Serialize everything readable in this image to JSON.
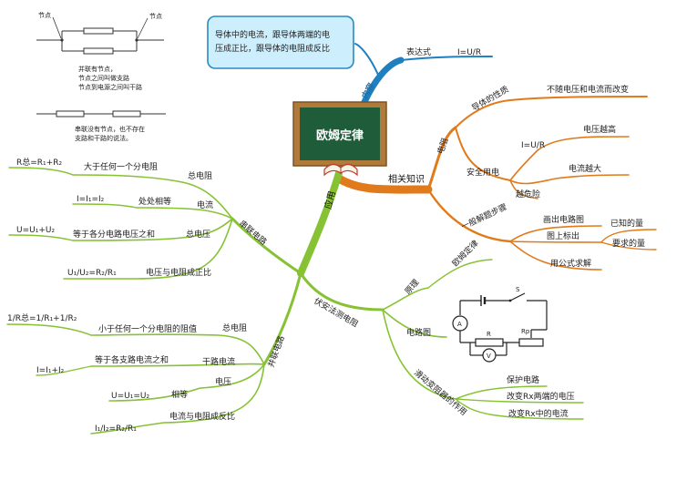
{
  "title": "欧姆定律",
  "content_box": "导体中的电流，跟导体两端的电压成正比，跟导体的电阻成反比",
  "content_box_lines": [
    "导体中的电流，跟导体两端的电",
    "压成正比，跟导体的电阻成反比"
  ],
  "branches": {
    "content": {
      "label": "内容",
      "expression_label": "表达式",
      "expression": "I=U/R"
    },
    "related": {
      "label": "相关知识",
      "resistance": {
        "label": "电阻",
        "property_label": "导体的性质",
        "property_value": "不随电压和电流而改变"
      },
      "safety": {
        "label": "安全用电",
        "formula": "I=U/R",
        "voltage_higher": "电压越高",
        "current_larger": "电流越大",
        "more_danger": "越危险"
      },
      "solving": {
        "label": "一般解题步骤",
        "draw": "画出电路图",
        "mark": "图上标出",
        "known": "已知的量",
        "wanted": "要求的量",
        "solve": "用公式求解"
      }
    },
    "application": {
      "label": "应用"
    },
    "series": {
      "label": "串联电路",
      "total_r_label": "总电阻",
      "total_r_desc": "大于任何一个分电阻",
      "total_r_formula": "R总=R₁+R₂",
      "current_label": "电流",
      "current_desc": "处处相等",
      "current_formula": "I=I₁=I₂",
      "voltage_label": "总电压",
      "voltage_desc": "等于各分电路电压之和",
      "voltage_formula": "U=U₁+U₂",
      "ratio_desc": "电压与电阻成正比",
      "ratio_formula": "U₁/U₂=R₂/R₁"
    },
    "parallel": {
      "label": "并联电路",
      "total_r_label": "总电阻",
      "total_r_desc": "小于任何一个分电阻的阻值",
      "total_r_formula": "1/R总=1/R₁+1/R₂",
      "trunk_label": "干路电流",
      "trunk_desc": "等于各支路电流之和",
      "trunk_formula": "I=I₁+I₂",
      "voltage_label": "电压",
      "voltage_desc": "相等",
      "voltage_formula": "U=U₁=U₂",
      "ratio_desc": "电流与电阻成反比",
      "ratio_formula": "I₁/I₂=R₂/R₁"
    },
    "voltammetry": {
      "label": "伏安法测电阻",
      "principle_label": "原理",
      "principle_value": "欧姆定律",
      "circuit_label": "电路图",
      "circuit": {
        "switch": "S",
        "resistor": "R",
        "rheostat": "Rp",
        "ammeter": "A",
        "voltmeter": "V"
      },
      "rheostat_role_label": "滑动变阻器的作用",
      "role_protect": "保护电路",
      "role_voltage": "改变Rx两端的电压",
      "role_current": "改变Rx中的电流"
    }
  },
  "sketch": {
    "node_left": "节点",
    "node_right": "节点",
    "parallel_note_lines": [
      "并联有节点，",
      "节点之间叫做支路",
      "节点到电源之间叫干路"
    ],
    "series_note_lines": [
      "串联没有节点，也不存在",
      "支路和干路的说法。"
    ]
  },
  "colors": {
    "blue": "#1f7fbf",
    "orange": "#e07a1a",
    "green": "#86c233",
    "board_frame": "#b07a3a",
    "board_bg": "#1f5c3a",
    "box_fill": "#cdeefc",
    "box_stroke": "#2a8ac0"
  }
}
